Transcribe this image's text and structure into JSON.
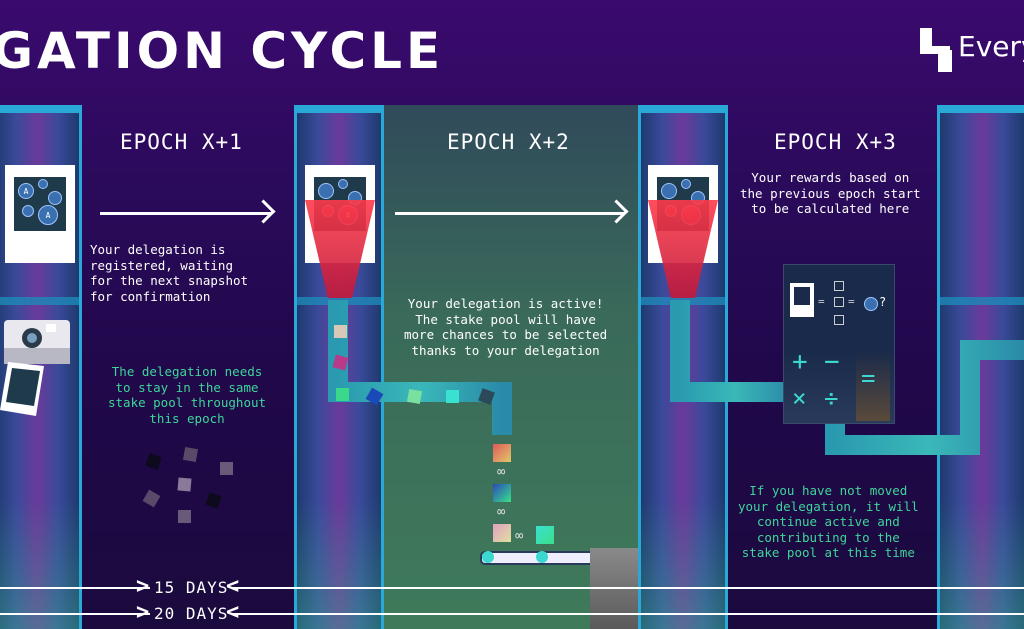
{
  "header": {
    "title": "GATION CYCLE",
    "logo_text": "Every"
  },
  "epochs": [
    {
      "label": "EPOCH X+1"
    },
    {
      "label": "EPOCH X+2"
    },
    {
      "label": "EPOCH X+3"
    }
  ],
  "descriptions": {
    "registered": "Your delegation is\nregistered, waiting\nfor the next snapshot\nfor confirmation",
    "stay": "The delegation needs\nto stay in the same\nstake pool throughout\nthis epoch",
    "active": "Your delegation is active!\nThe stake pool will have\nmore chances to be selected\nthanks to your delegation",
    "rewards": "Your rewards based on\nthe previous epoch start\nto be calculated here",
    "continue": "If you have not moved\nyour delegation, it will\ncontinue active and\ncontributing to the\nstake pool at this time"
  },
  "durations": {
    "first": "15 DAYS",
    "second": "20 DAYS"
  },
  "calculator": {
    "ops": [
      "+",
      "−",
      "×",
      "÷",
      "="
    ],
    "result": "?"
  },
  "coin_letter": "A",
  "colors": {
    "background": "#2a0a5a",
    "pillar_edge": "#2aa8d8",
    "accent_green": "#3ed59a",
    "beam_red": "#e0303a"
  },
  "icons": [
    "arrow-right-icon",
    "camera-icon",
    "calculator-icon",
    "chain-link-icon",
    "logo-icon"
  ]
}
